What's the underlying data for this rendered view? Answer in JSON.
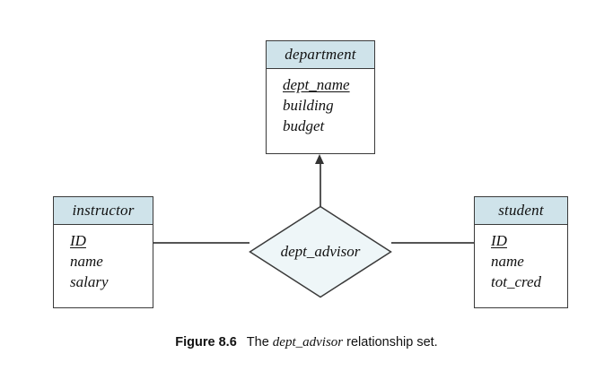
{
  "diagram": {
    "type": "er-diagram",
    "entities": [
      {
        "id": "department",
        "name": "department",
        "attributes": [
          {
            "label": "dept_name",
            "key": true
          },
          {
            "label": "building",
            "key": false
          },
          {
            "label": "budget",
            "key": false
          }
        ]
      },
      {
        "id": "instructor",
        "name": "instructor",
        "attributes": [
          {
            "label": "ID",
            "key": true
          },
          {
            "label": "name",
            "key": false
          },
          {
            "label": "salary",
            "key": false
          }
        ]
      },
      {
        "id": "student",
        "name": "student",
        "attributes": [
          {
            "label": "ID",
            "key": true
          },
          {
            "label": "name",
            "key": false
          },
          {
            "label": "tot_cred",
            "key": false
          }
        ]
      }
    ],
    "relationship": {
      "id": "dept_advisor",
      "label": "dept_advisor",
      "shape": "diamond"
    },
    "connections": [
      {
        "from": "instructor",
        "to": "dept_advisor",
        "arrow": false
      },
      {
        "from": "student",
        "to": "dept_advisor",
        "arrow": false
      },
      {
        "from": "dept_advisor",
        "to": "department",
        "arrow": true
      }
    ],
    "colors": {
      "header_fill": "#cfe3ea",
      "diamond_fill": "#eef6f8",
      "border": "#3a3a3a",
      "line": "#555555",
      "text": "#111111",
      "background": "#ffffff"
    }
  },
  "caption": {
    "figure_label": "Figure 8.6",
    "text_before": "The ",
    "italic_term": "dept_advisor",
    "text_after": " relationship set."
  }
}
